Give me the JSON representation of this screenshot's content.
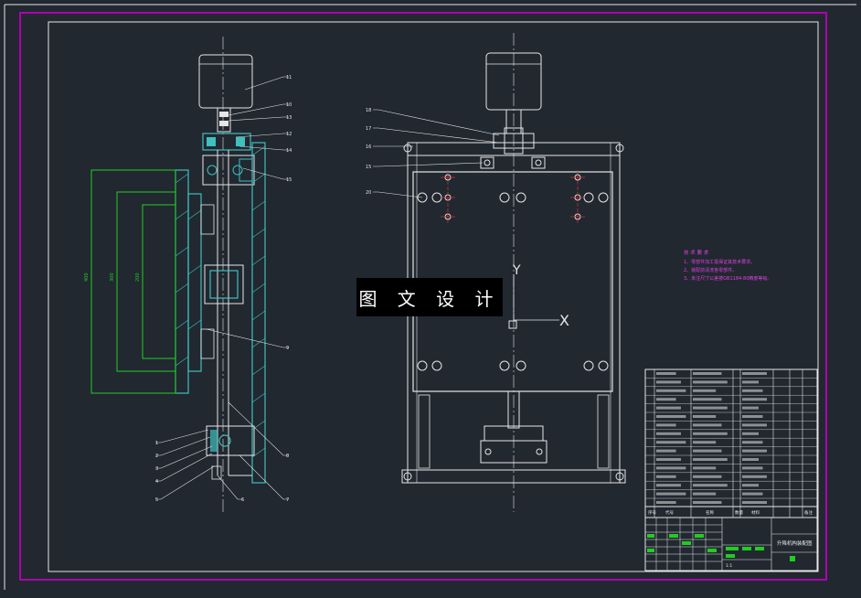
{
  "watermark": {
    "text": "图 文 设 计"
  },
  "colors": {
    "background": "#212830",
    "frame_white": "#e6e6e6",
    "frame_magenta": "#b000b0",
    "hatch_cyan": "#3fbfbf",
    "dim_green": "#22cc22",
    "note_magenta": "#e040e0"
  },
  "notes": {
    "title": "技 术 要 求",
    "lines": [
      "1、零部件加工需保证其技术要求。",
      "2、装配前清洗各零部件。",
      "3、未注尺寸公差按GB1184-80精度等级。"
    ]
  },
  "axis_labels": {
    "y": "Y",
    "x": "X"
  },
  "dimensions": {
    "outer": "400",
    "middle": "300",
    "inner": "200"
  },
  "left_view_callouts": {
    "right": [
      "11",
      "10",
      "13",
      "12",
      "14",
      "15",
      "9",
      "8",
      "7"
    ],
    "left": [
      "1",
      "2",
      "3",
      "4",
      "5",
      "6"
    ]
  },
  "front_view_callouts": [
    "18",
    "17",
    "16",
    "15",
    "20"
  ],
  "bom": {
    "header": [
      "序号",
      "代号",
      "名称",
      "数量",
      "材料",
      "备注"
    ]
  },
  "title_block": {
    "drawing_title": "升降机构装配图",
    "scale": "1:1"
  },
  "icons": {
    "axis_marker": "square-marker-icon",
    "cross": "cross-x-icon"
  }
}
